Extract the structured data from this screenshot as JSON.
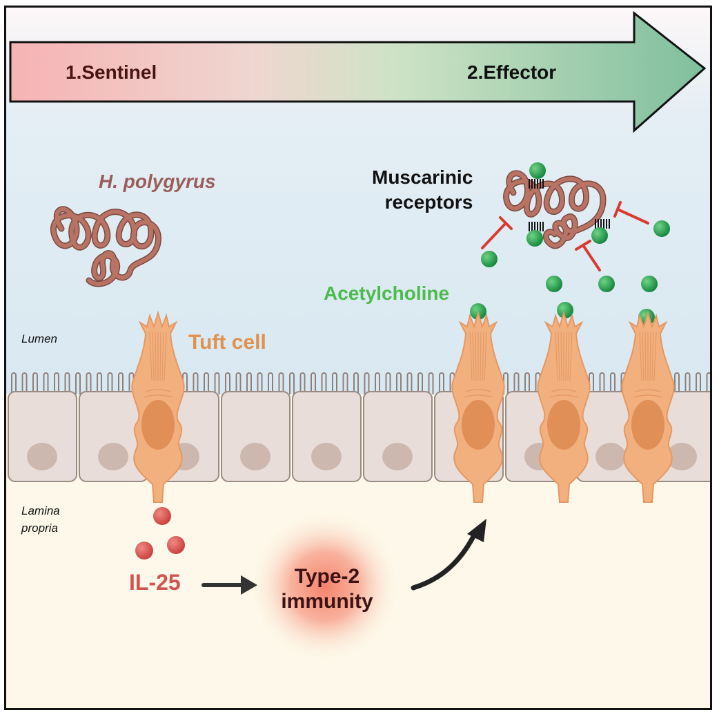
{
  "phase_arrow": {
    "stage1": "1.Sentinel",
    "stage2": "2.Effector",
    "color_start": "#f6b3b3",
    "color_mid": "#cfe3c6",
    "color_end": "#7fbf9d"
  },
  "labels": {
    "parasite": "H. polygyrus",
    "receptors_line1": "Muscarinic",
    "receptors_line2": "receptors",
    "neurotransmitter": "Acetylcholine",
    "lumen": "Lumen",
    "cell": "Tuft cell",
    "lamina_line1": "Lamina",
    "lamina_line2": "propria",
    "cytokine": "IL-25",
    "immunity_line1": "Type-2",
    "immunity_line2": "immunity"
  },
  "colors": {
    "lumen_bg": "#ddebf2",
    "lamina_bg": "#fdf8e9",
    "epithelium": "#e8ddd8",
    "tuft_cell": "#f2b07f",
    "worm": "#b87364",
    "acetylcholine": "#1a9a3c",
    "il25": "#d9504c",
    "inhibition": "#d93a32",
    "immunity_glow": "#f4826c"
  }
}
